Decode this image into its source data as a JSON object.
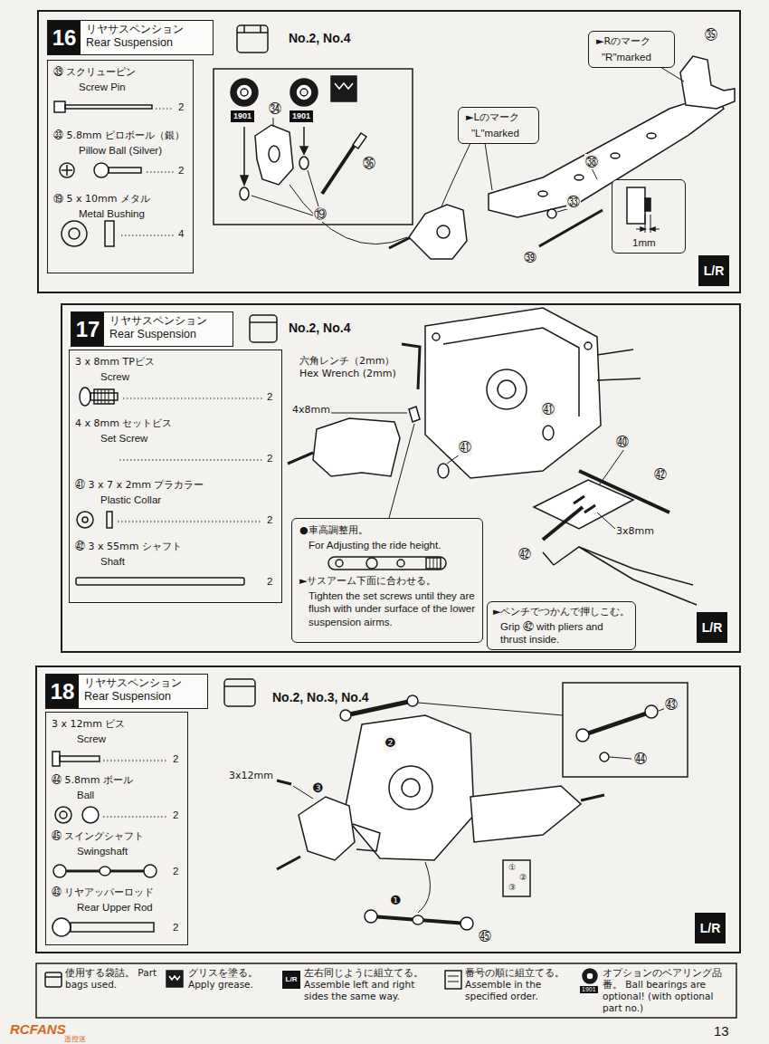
{
  "diagram": {
    "nodes": [
      {
        "text": [
          "16",
          "リヤサスペンション",
          "Rear Suspension"
        ]
      },
      {
        "text": [
          "㊴ スクリューピン",
          "Screw Pin",
          "2",
          "㉝ 5.8mm ピロボール（銀）",
          "Pillow Ball (Silver)",
          "2",
          "⑲ 5 x 10mm メタル",
          "Metal Bushing",
          "4"
        ]
      },
      {
        "text": [
          "►Lのマーク",
          "\"L\"marked"
        ]
      },
      {
        "text": [
          "►Rのマーク",
          "\"R\"marked"
        ]
      },
      {
        "text": [
          "1mm"
        ]
      },
      {
        "text": [
          "17",
          "リヤサスペンション",
          "Rear Suspension"
        ]
      },
      {
        "text": [
          "3 x 8mm TPビス",
          "Screw",
          "2",
          "4 x 8mm セットビス",
          "Set Screw",
          "2",
          "㊶ 3 x 7 x 2mm プラカラー",
          "Plastic Collar",
          "2",
          "㊷ 3 x 55mm シャフト",
          "Shaft",
          "2"
        ]
      },
      {
        "text": [
          "●車高調整用。",
          "For Adjusting the ride height.",
          "►サスアーム下面に合わせる。",
          "Tighten the set screws until they are flush with under surface of the lower suspension airms."
        ]
      },
      {
        "text": [
          "►ペンチでつかんで押しこむ。",
          "Grip ㊷ with pliers and thrust inside."
        ]
      },
      {
        "text": [
          "18",
          "リヤサスペンション",
          "Rear Suspension"
        ]
      },
      {
        "text": [
          "3 x 12mm ビス",
          "Screw",
          "2",
          "㊹ 5.8mm ボール",
          "Ball",
          "2",
          "㊺ スイングシャフト",
          "Swingshaft",
          "2",
          "㊸ リヤアッパーロッド",
          "Rear Upper Rod",
          "2"
        ]
      }
    ],
    "labels": [
      "No.2, No.4",
      "㉟",
      "㊳",
      "㉝",
      "㊴",
      "㉞",
      "⑲",
      "㊱",
      "1901",
      "1901",
      "L/R",
      "No.2, No.4",
      "六角レンチ（2mm）",
      "Hex Wrench (2mm)",
      "4x8mm",
      "㊶",
      "㊶",
      "㊵",
      "㊷",
      "㊷",
      "3x8mm",
      "L/R",
      "No.2, No.3, No.4",
      "3x12mm",
      "❷",
      "❸",
      "❶",
      "㊸",
      "㊹",
      "㊺",
      "①",
      "②",
      "③",
      "L/R",
      "1901",
      "L/R",
      "RCFANS",
      "遥控迷",
      "13"
    ],
    "legend": [
      {
        "text": "使用する袋詰。 Part bags used."
      },
      {
        "text": "グリスを塗る。 Apply grease."
      },
      {
        "text": "左右同じように組立てる。 Assemble left and right sides the same way."
      },
      {
        "text": "番号の順に組立てる。 Assemble in the specified order."
      },
      {
        "text": "オプションのベアリング品番。 Ball bearings are optional! (with optional part no.)"
      }
    ]
  }
}
